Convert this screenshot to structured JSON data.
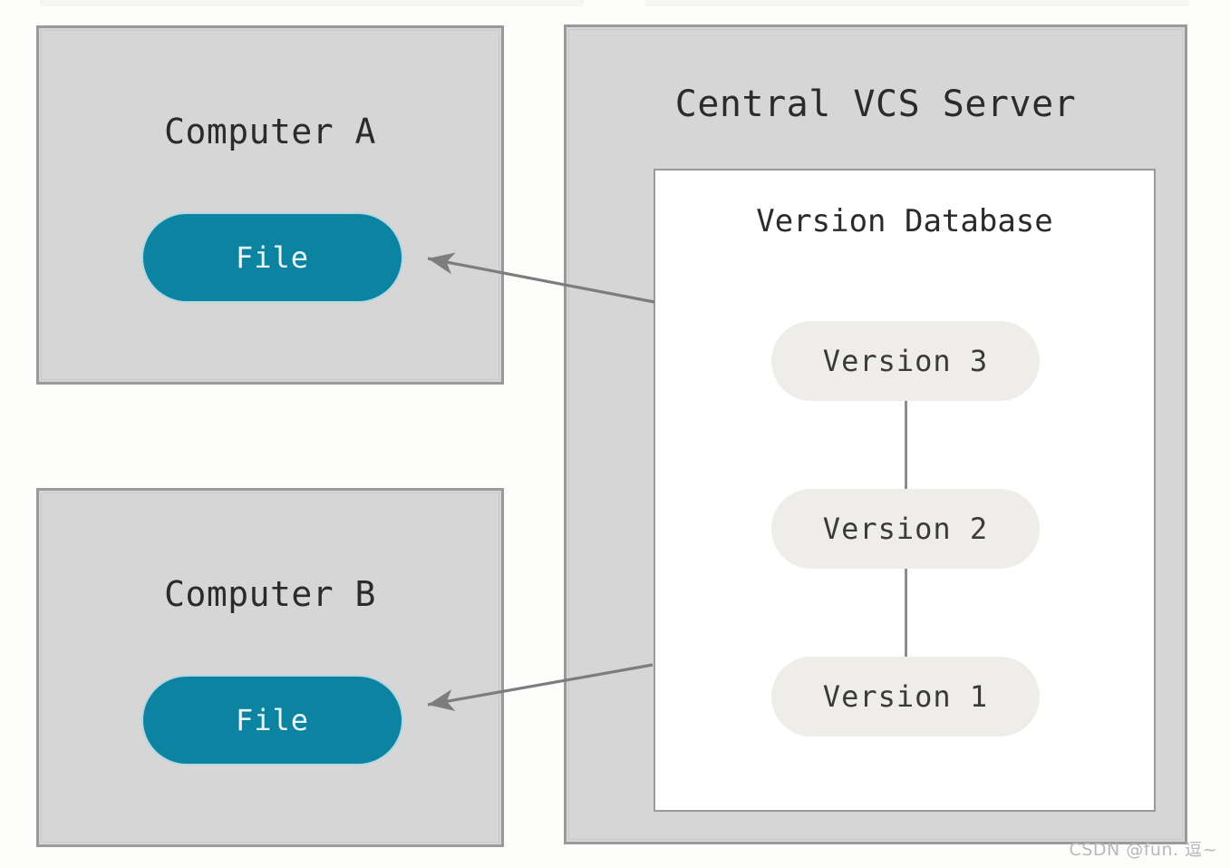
{
  "diagram": {
    "title_visible": false,
    "colors": {
      "panel_fill": "#d6d6d6",
      "panel_border": "#9a9a9a",
      "file_pill": "#0c83a0",
      "file_pill_text": "#e9f7fb",
      "version_pill": "#efedea",
      "version_pill_text": "#3a3a3a",
      "database_fill": "#ffffff",
      "arrow": "#7d7d7d",
      "page_background": "#fdfdfc"
    }
  },
  "clients": [
    {
      "id": "computer-a",
      "title": "Computer A",
      "file_label": "File"
    },
    {
      "id": "computer-b",
      "title": "Computer B",
      "file_label": "File"
    }
  ],
  "server": {
    "title": "Central VCS Server",
    "database": {
      "title": "Version Database",
      "versions": [
        {
          "label": "Version 3"
        },
        {
          "label": "Version 2"
        },
        {
          "label": "Version 1"
        }
      ]
    }
  },
  "arrows": [
    {
      "id": "arrow-to-computer-a",
      "from": "version-database",
      "to": "computer-a-file"
    },
    {
      "id": "arrow-to-computer-b",
      "from": "version-database",
      "to": "computer-b-file"
    }
  ],
  "watermark": {
    "text": "CSDN @fun. 逗~"
  }
}
